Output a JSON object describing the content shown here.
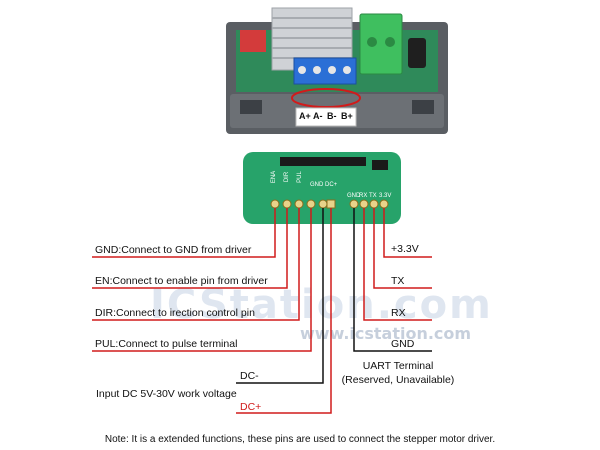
{
  "module": {
    "terminal_labels": [
      "A+",
      "A-",
      "B-",
      "B+"
    ]
  },
  "board": {
    "top_labels": [
      "ENA",
      "DIR",
      "PUL",
      "GND",
      "DC+"
    ],
    "uart_labels": [
      "GND",
      "RX",
      "TX",
      "3.3V"
    ]
  },
  "left_pins": [
    {
      "text": "GND:Connect to GND from driver",
      "color": "#d11b1b"
    },
    {
      "text": "EN:Connect to enable pin from driver",
      "color": "#d11b1b"
    },
    {
      "text": "DIR:Connect to irection control pin",
      "color": "#d11b1b"
    },
    {
      "text": "PUL:Connect to pulse terminal",
      "color": "#d11b1b"
    }
  ],
  "power": {
    "dc_minus": "DC-",
    "dc_plus": "DC+",
    "input_label": "Input DC 5V-30V work voltage"
  },
  "uart": {
    "pins": [
      {
        "text": "+3.3V",
        "color": "#d11b1b"
      },
      {
        "text": "TX",
        "color": "#d11b1b"
      },
      {
        "text": "RX",
        "color": "#d11b1b"
      },
      {
        "text": "GND",
        "color": "#111111"
      }
    ],
    "title": "UART Terminal",
    "subtitle": "(Reserved, Unavailable)"
  },
  "watermark": {
    "brand": "ICStation.com",
    "url": "www.icstation.com"
  },
  "note": "Note: It is a extended functions, these pins are used to connect the stepper motor driver.",
  "colors": {
    "wire_red": "#d11b1b",
    "wire_black": "#111111",
    "pcb_green": "#27a36a",
    "enclosure_gray": "#5a5e63"
  }
}
